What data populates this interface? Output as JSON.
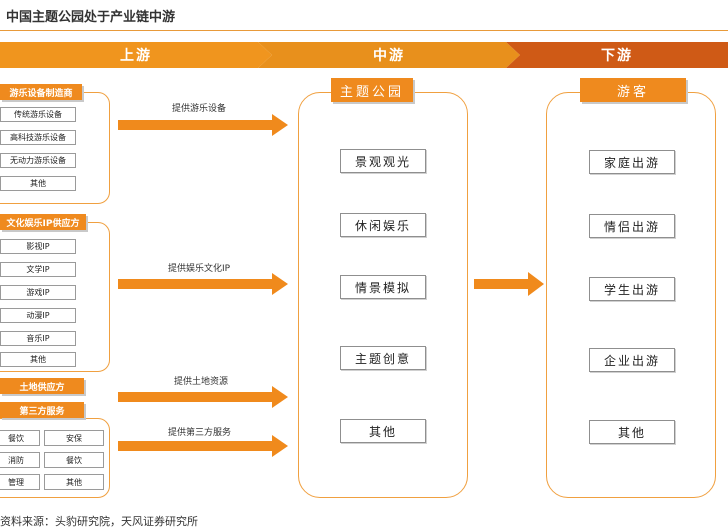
{
  "title": "中国主题公园处于产业链中游",
  "stages": {
    "upstream": "上游",
    "midstream": "中游",
    "downstream": "下游"
  },
  "upstream": {
    "equipment": {
      "header": "游乐设备制造商",
      "items": [
        "传统游乐设备",
        "高科技游乐设备",
        "无动力游乐设备",
        "其他"
      ]
    },
    "ip": {
      "header": "文化娱乐IP供应方",
      "items": [
        "影视IP",
        "文学IP",
        "游戏IP",
        "动漫IP",
        "音乐IP",
        "其他"
      ]
    },
    "land": {
      "header": "土地供应方"
    },
    "third_party": {
      "header": "第三方服务",
      "items": [
        "餐饮",
        "安保",
        "消防",
        "餐饮",
        "管理",
        "其他"
      ]
    }
  },
  "flows": {
    "equipment": "提供游乐设备",
    "ip": "提供娱乐文化IP",
    "land": "提供土地资源",
    "service": "提供第三方服务"
  },
  "midstream": {
    "header": "主题公园",
    "items": [
      "景观观光",
      "休闲娱乐",
      "情景模拟",
      "主题创意",
      "其他"
    ]
  },
  "downstream": {
    "header": "游客",
    "items": [
      "家庭出游",
      "情侣出游",
      "学生出游",
      "企业出游",
      "其他"
    ]
  },
  "source": "资料来源：头豹研究院，天风证券研究所",
  "colors": {
    "accent": "#ef8a1e",
    "arrow": "#f08a1c",
    "downstream_stage": "#cf5a16"
  }
}
